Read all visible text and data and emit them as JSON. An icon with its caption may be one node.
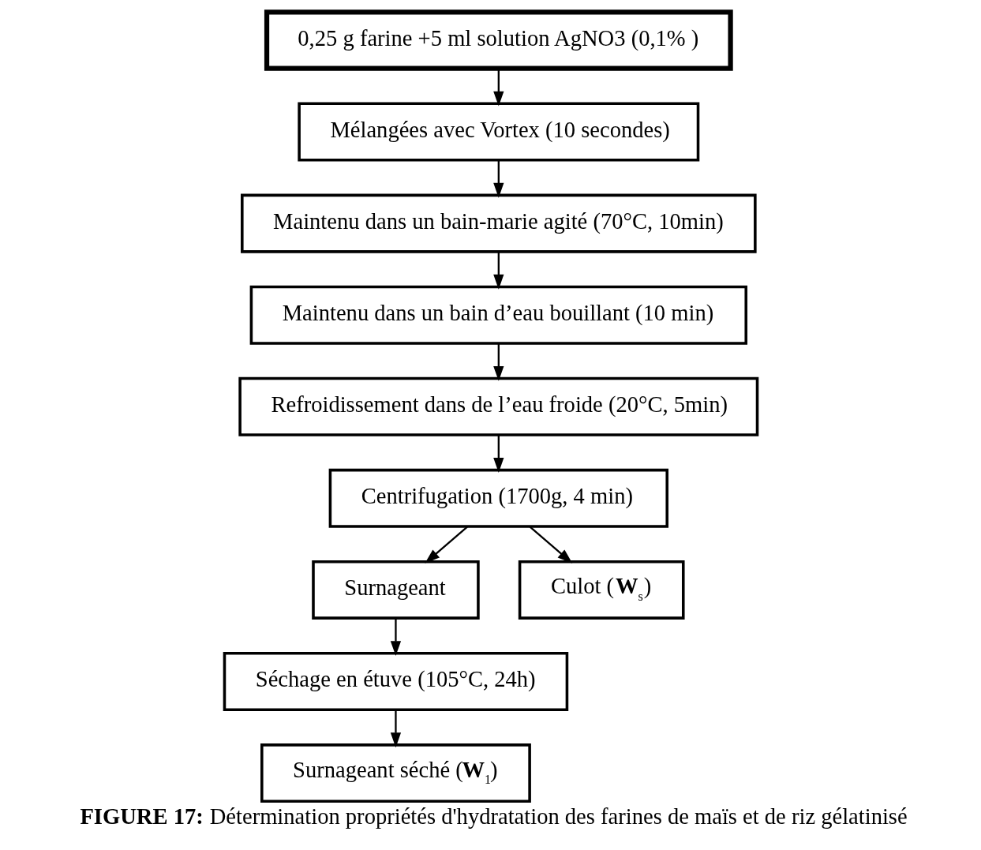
{
  "diagram": {
    "caption": "**FIGURE 17:** Détermination propriétés d'hydratation des farines de maïs et de riz gélatinisé",
    "nodes": [
      {
        "text": [
          "0,25 g farine +5 ml solution AgNO3 (0,1% )"
        ]
      },
      {
        "text": [
          "Mélangées avec Vortex (10 secondes)"
        ]
      },
      {
        "text": [
          "Maintenu dans un bain-marie agité (70°C, 10min)"
        ]
      },
      {
        "text": [
          "Maintenu dans un bain d’eau bouillant (10 min)"
        ]
      },
      {
        "text": [
          "Refroidissement dans de l’eau froide (20°C, 5min)"
        ]
      },
      {
        "text": [
          "Centrifugation (1700g, 4 min)"
        ]
      },
      {
        "text": [
          "Surnageant"
        ]
      },
      {
        "text": [
          "Culot (**W**$_{s}$)"
        ]
      },
      {
        "text": [
          "Séchage en étuve (105°C, 24h)"
        ]
      },
      {
        "text": [
          "Surnageant séché (**W**$_{1}$)"
        ]
      }
    ],
    "edges": [
      {
        "from": 0,
        "to": 1,
        "arrow": "to"
      },
      {
        "from": 1,
        "to": 2,
        "arrow": "to"
      },
      {
        "from": 2,
        "to": 3,
        "arrow": "to"
      },
      {
        "from": 3,
        "to": 4,
        "arrow": "to"
      },
      {
        "from": 4,
        "to": 5,
        "arrow": "to"
      },
      {
        "from": 5,
        "to": 6,
        "arrow": "to"
      },
      {
        "from": 5,
        "to": 7,
        "arrow": "to"
      },
      {
        "from": 6,
        "to": 8,
        "arrow": "to"
      },
      {
        "from": 8,
        "to": 9,
        "arrow": "to"
      }
    ]
  }
}
